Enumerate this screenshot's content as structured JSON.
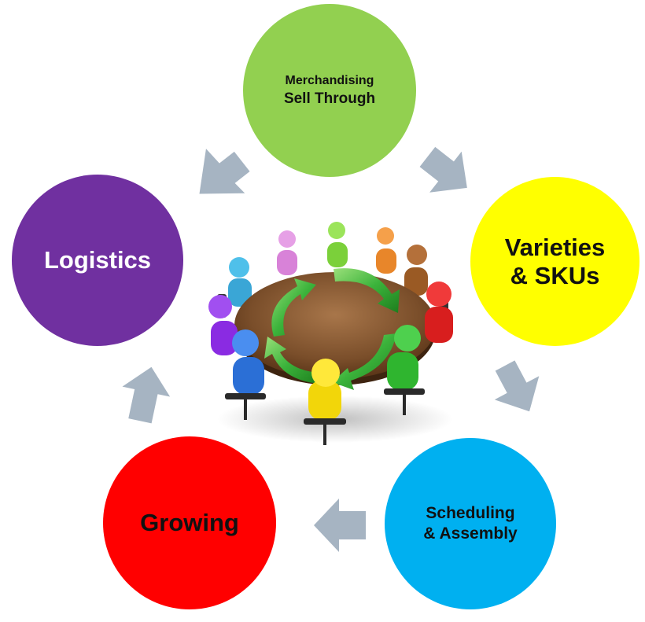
{
  "nodes": {
    "merchandising": {
      "line1": "Merchandising",
      "line2": "Sell Through",
      "color": "#92d050"
    },
    "varieties": {
      "line1": "Varieties",
      "line2": "& SKUs",
      "color": "#ffff00"
    },
    "scheduling": {
      "line1": "Scheduling",
      "line2": "& Assembly",
      "color": "#00b0f0"
    },
    "growing": {
      "line1": "Growing",
      "color": "#ff0000"
    },
    "logistics": {
      "line1": "Logistics",
      "color": "#7030a0"
    }
  },
  "arrow_color": "#a6b4c2",
  "center_icon": "meeting-round-table-icon"
}
